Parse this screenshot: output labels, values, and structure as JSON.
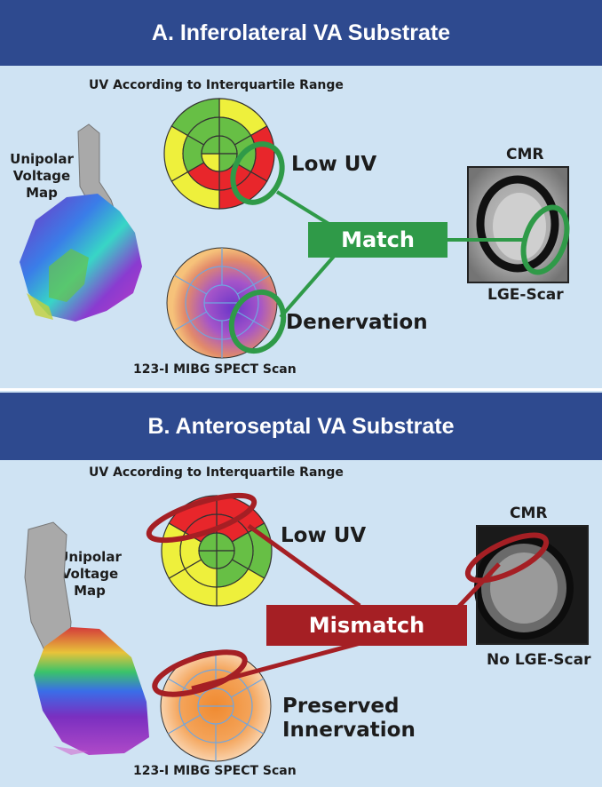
{
  "panel_a": {
    "title": "A. Inferolateral VA Substrate",
    "uv_label": "UV According to Interquartile Range",
    "map_label": [
      "Unipolar",
      "Voltage",
      "Map"
    ],
    "low_uv": "Low UV",
    "denervation": "Denervation",
    "scan_label": "123-I MIBG SPECT Scan",
    "result": "Match",
    "cmr_label": "CMR",
    "scar_label": "LGE-Scar"
  },
  "panel_b": {
    "title": "B. Anteroseptal VA Substrate",
    "uv_label": "UV According to Interquartile Range",
    "map_label": [
      "Unipolar",
      "Voltage",
      "Map"
    ],
    "low_uv": "Low UV",
    "innervation": [
      "Preserved",
      "Innervation"
    ],
    "scan_label": "123-I MIBG SPECT Scan",
    "result": "Mismatch",
    "cmr_label": "CMR",
    "scar_label": "No LGE-Scar"
  },
  "colors": {
    "header": "#2e4a8f",
    "panel": "#cfe3f3",
    "match": "#2f9a48",
    "mismatch": "#a51f24",
    "uv_yellow": "#eef03c",
    "uv_green": "#67bf45",
    "uv_red": "#e8262b"
  }
}
